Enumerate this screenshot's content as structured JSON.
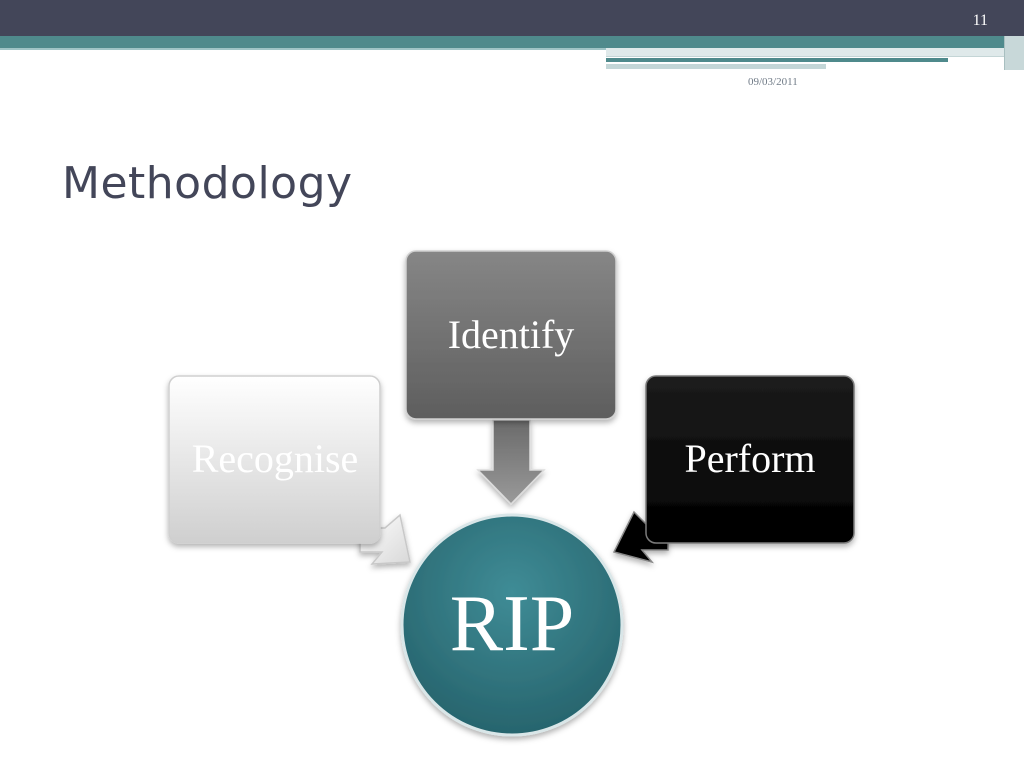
{
  "slide": {
    "page_number": "11",
    "date": "09/03/2011",
    "title": "Methodology"
  },
  "diagram": {
    "center": {
      "label": "RIP",
      "color": "#2e6e78"
    },
    "nodes": [
      {
        "id": "identify",
        "label": "Identify",
        "color": "#707070"
      },
      {
        "id": "recognise",
        "label": "Recognise",
        "color": "#e6e6e6"
      },
      {
        "id": "perform",
        "label": "Perform",
        "color": "#000000"
      }
    ]
  },
  "colors": {
    "top_band": "#434659",
    "accent_teal": "#4f8a8c",
    "title_text": "#434659"
  }
}
